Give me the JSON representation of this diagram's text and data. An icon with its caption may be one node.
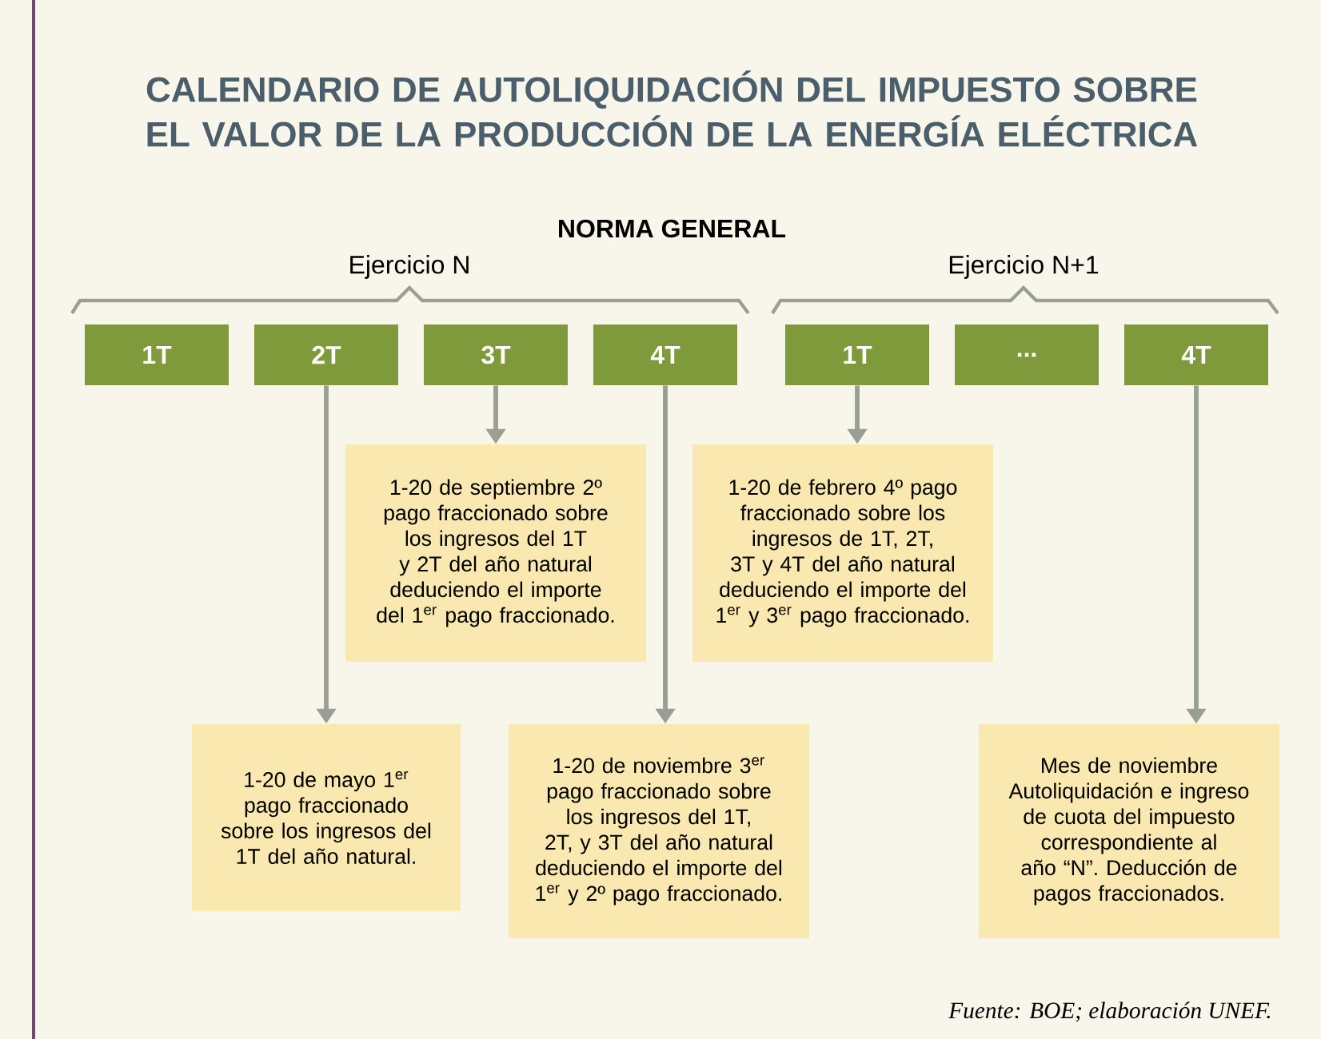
{
  "diagram": {
    "title": "CALENDARIO DE AUTOLIQUIDACIÓN DEL IMPUESTO SOBRE EL VALOR DE LA PRODUCCIÓN DE LA ENERGÍA ELÉCTRICA",
    "nodes": [
      {
        "text": [
          "1T"
        ]
      },
      {
        "text": [
          "2T"
        ]
      },
      {
        "text": [
          "3T"
        ]
      },
      {
        "text": [
          "4T"
        ]
      },
      {
        "text": [
          "1T"
        ]
      },
      {
        "text": [
          "..."
        ]
      },
      {
        "text": [
          "4T"
        ]
      },
      {
        "text": [
          "1-20 de septiembre 2º pago fraccionado sobre los ingresos del 1T y 2T del año natural deduciendo el importe del 1$^{er}$ pago fraccionado."
        ]
      },
      {
        "text": [
          "1-20 de febrero 4º pago fraccionado sobre los ingresos de 1T, 2T, 3T y 4T del año natural deduciendo el importe del 1$^{er}$ y 3$^{er}$ pago fraccionado."
        ]
      },
      {
        "text": [
          "1-20 de mayo 1$^{er}$ pago fraccionado sobre los ingresos del 1T del año natural."
        ]
      },
      {
        "text": [
          "1-20 de noviembre 3$^{er}$ pago fraccionado sobre los ingresos del 1T, 2T, y 3T del año natural deduciendo el importe del 1$^{er}$ y 2º pago fraccionado."
        ]
      },
      {
        "text": [
          "Mes de noviembre Autoliquidación e ingreso de cuota del impuesto correspondiente al año “N”. Deducción de pagos fraccionados."
        ]
      }
    ],
    "edges": [
      {
        "from": 2,
        "to": 7,
        "arrow": "to"
      },
      {
        "from": 4,
        "to": 8,
        "arrow": "to"
      },
      {
        "from": 1,
        "to": 9,
        "arrow": "to"
      },
      {
        "from": 3,
        "to": 10,
        "arrow": "to"
      },
      {
        "from": 6,
        "to": 11,
        "arrow": "to"
      }
    ],
    "labels": [
      "NORMA GENERAL",
      "Ejercicio N",
      "Ejercicio N+1",
      "Fuente: BOE; elaboración UNEF."
    ]
  }
}
